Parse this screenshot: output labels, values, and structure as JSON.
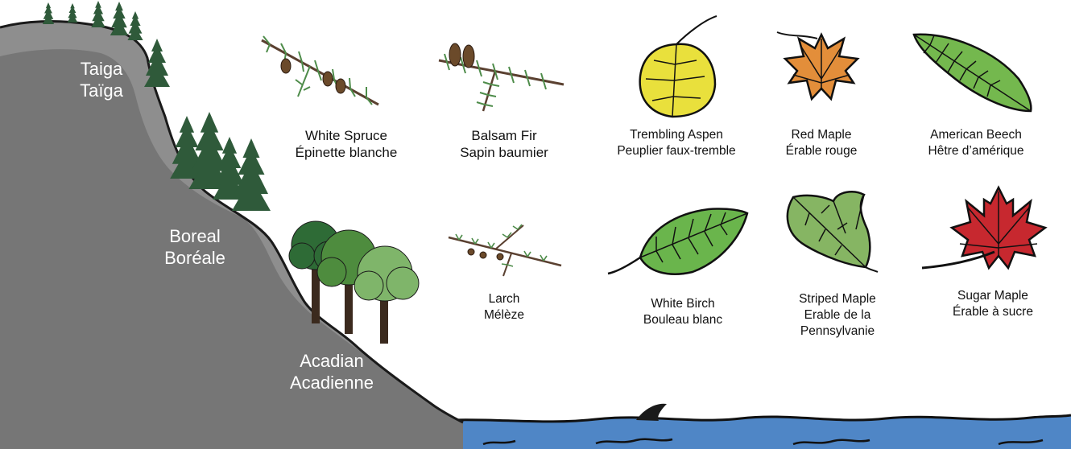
{
  "colors": {
    "cliff": "#8e8e8e",
    "cliff_shadow": "#767676",
    "cliff_outline": "#1a1a1a",
    "water": "#4f86c6",
    "conifer": "#2f5a3a",
    "deciduous_dark": "#2e6b36",
    "deciduous_mid": "#4e8c3e",
    "deciduous_light": "#7fb56a",
    "trunk": "#3b2a1e",
    "needle": "#4e8c4a",
    "aspen_leaf": "#e9e03c",
    "red_maple_leaf": "#e38e3a",
    "beech_leaf": "#74b84e",
    "birch_leaf": "#6ab54c",
    "striped_maple_leaf": "#86b563",
    "sugar_maple_leaf": "#c7282f",
    "cone": "#6b4a2a"
  },
  "zones": [
    {
      "id": "taiga",
      "en": "Taiga",
      "fr": "Taïga"
    },
    {
      "id": "boreal",
      "en": "Boreal",
      "fr": "Boréale"
    },
    {
      "id": "acadian",
      "en": "Acadian",
      "fr": "Acadienne"
    }
  ],
  "species": [
    {
      "id": "white-spruce",
      "en": "White Spruce",
      "fr": "Épinette blanche",
      "icon": "spruce-branch-icon"
    },
    {
      "id": "balsam-fir",
      "en": "Balsam Fir",
      "fr": "Sapin baumier",
      "icon": "fir-branch-icon"
    },
    {
      "id": "trembling-aspen",
      "en": "Trembling Aspen",
      "fr": "Peuplier faux-tremble",
      "icon": "aspen-leaf-icon"
    },
    {
      "id": "red-maple",
      "en": "Red Maple",
      "fr": "Érable rouge",
      "icon": "red-maple-leaf-icon"
    },
    {
      "id": "american-beech",
      "en": "American Beech",
      "fr": "Hêtre d’amérique",
      "icon": "beech-leaf-icon"
    },
    {
      "id": "larch",
      "en": "Larch",
      "fr": "Mélèze",
      "icon": "larch-branch-icon"
    },
    {
      "id": "white-birch",
      "en": "White Birch",
      "fr": "Bouleau blanc",
      "icon": "birch-leaf-icon"
    },
    {
      "id": "striped-maple",
      "en": "Striped Maple",
      "fr": "Erable de la",
      "fr2": "Pennsylvanie",
      "icon": "striped-maple-leaf-icon"
    },
    {
      "id": "sugar-maple",
      "en": "Sugar Maple",
      "fr": "Érable à sucre",
      "icon": "sugar-maple-leaf-icon"
    }
  ]
}
